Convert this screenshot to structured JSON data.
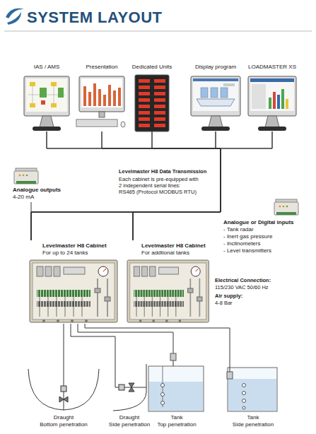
{
  "diagram": {
    "title": "SYSTEM LAYOUT",
    "nodes": [
      {
        "text": [
          "IAS / AMS"
        ]
      },
      {
        "text": [
          "Presentation"
        ]
      },
      {
        "text": [
          "Dedicated Units"
        ]
      },
      {
        "text": [
          "Display program"
        ]
      },
      {
        "text": [
          "LOADMASTER XS"
        ]
      },
      {
        "text": [
          "Analogue outputs",
          "4-20 mA"
        ]
      },
      {
        "text": [
          "Analogue or Digital inputs",
          "- Tank radar",
          "- Inert gas pressure",
          "- Inclinometers",
          "- Level transmitters"
        ]
      },
      {
        "text": [
          "Levelmaster H8 Cabinet",
          "For up to 24 tanks"
        ]
      },
      {
        "text": [
          "Levelmaster H8 Cabinet",
          "For addtional tanks"
        ]
      },
      {
        "text": [
          "Draught",
          "Bottom penetration"
        ]
      },
      {
        "text": [
          "Draught",
          "Side penetration"
        ]
      },
      {
        "text": [
          "Tank",
          "Top penetration"
        ]
      },
      {
        "text": [
          "Tank",
          "Side penetration"
        ]
      }
    ],
    "edges": [
      {
        "from": 0,
        "to": 7,
        "arrow": "none"
      },
      {
        "from": 0,
        "to": 8,
        "arrow": "none"
      },
      {
        "from": 1,
        "to": 7,
        "arrow": "none"
      },
      {
        "from": 1,
        "to": 8,
        "arrow": "none"
      },
      {
        "from": 2,
        "to": 7,
        "arrow": "none"
      },
      {
        "from": 2,
        "to": 8,
        "arrow": "none"
      },
      {
        "from": 3,
        "to": 7,
        "arrow": "none"
      },
      {
        "from": 3,
        "to": 8,
        "arrow": "none"
      },
      {
        "from": 4,
        "to": 7,
        "arrow": "none"
      },
      {
        "from": 4,
        "to": 8,
        "arrow": "none"
      },
      {
        "from": 5,
        "to": 7,
        "arrow": "none"
      },
      {
        "from": 7,
        "to": 9,
        "arrow": "none"
      },
      {
        "from": 7,
        "to": 10,
        "arrow": "none"
      },
      {
        "from": 7,
        "to": 11,
        "arrow": "none"
      },
      {
        "from": 7,
        "to": 12,
        "arrow": "none"
      }
    ],
    "labels": [
      "Levelmaster H8 Data Transmission",
      "Each cabinet is pre-equipped with",
      "2 independent serial lines:",
      "RS485 (Protocol MODBUS RTU)",
      "Electrical Connection:",
      "115/230 VAC 50/60 Hz",
      "Air supply:",
      "4-8 Bar"
    ]
  }
}
